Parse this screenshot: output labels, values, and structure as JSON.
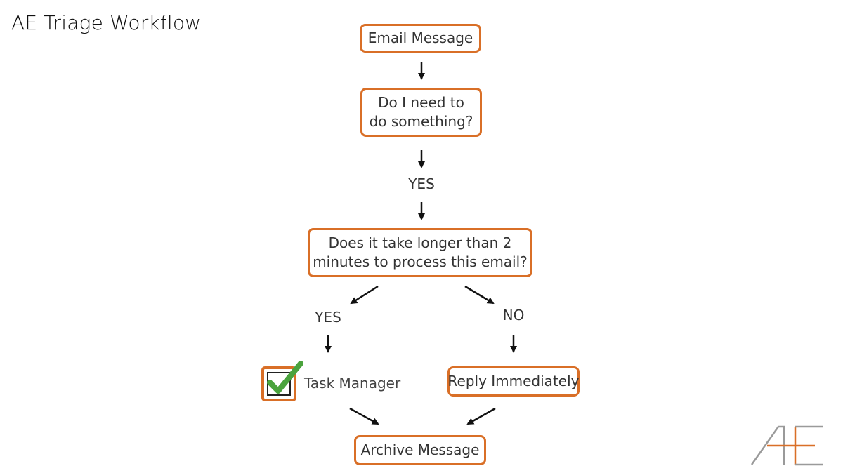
{
  "title": "AE Triage Workflow",
  "nodes": {
    "email_message": "Email Message",
    "decision_1": [
      "Do I need to",
      "do something?"
    ],
    "decision_2": [
      "Does it take longer than 2",
      "minutes to process this email?"
    ],
    "reply_immediately": "Reply Immediately",
    "archive_message": "Archive Message",
    "task_manager": "Task Manager"
  },
  "edge_labels": {
    "yes_1": "YES",
    "yes_2": "YES",
    "no": "NO"
  },
  "colors": {
    "node_border": "#d96f27",
    "check": "#4aa33d",
    "logo_gray": "#9a9a9a",
    "logo_orange": "#d96f27"
  },
  "logo": {
    "text": "AE"
  }
}
